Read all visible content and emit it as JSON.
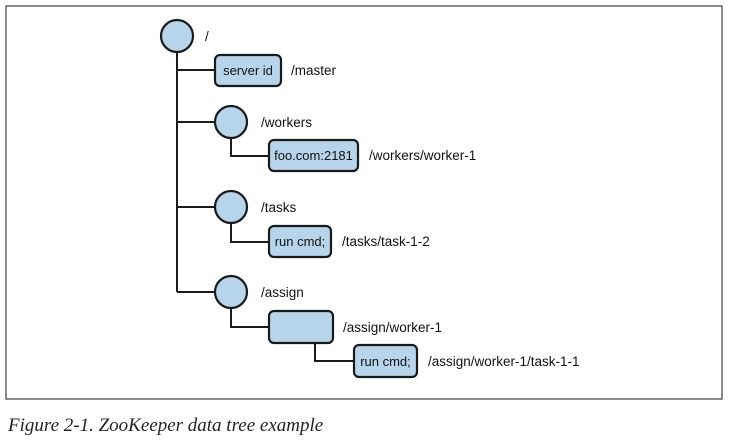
{
  "diagram": {
    "fill_color": "#b7d5ea",
    "stroke_color": "#1a1a1a",
    "root": {
      "path": "/"
    },
    "master": {
      "data": "server id",
      "path": "/master"
    },
    "workers": {
      "path": "/workers",
      "child": {
        "data": "foo.com:2181",
        "path": "/workers/worker-1"
      }
    },
    "tasks": {
      "path": "/tasks",
      "child": {
        "data": "run cmd;",
        "path": "/tasks/task-1-2"
      }
    },
    "assign": {
      "path": "/assign",
      "child": {
        "data": "",
        "path": "/assign/worker-1",
        "child": {
          "data": "run cmd;",
          "path": "/assign/worker-1/task-1-1"
        }
      }
    }
  },
  "caption": "Figure 2-1. ZooKeeper data tree example"
}
